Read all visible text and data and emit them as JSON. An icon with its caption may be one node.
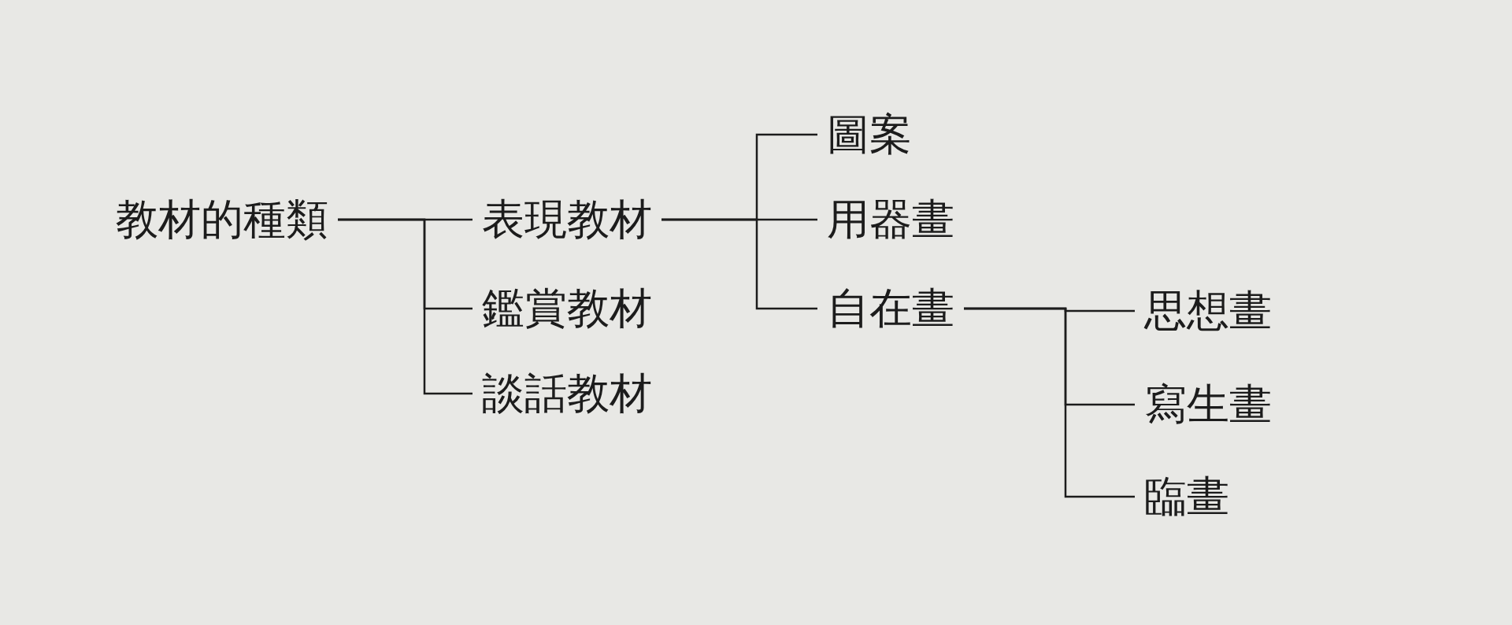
{
  "diagram": {
    "nodes": [
      {
        "text": [
          "教材的種類"
        ]
      },
      {
        "text": [
          "表現教材"
        ]
      },
      {
        "text": [
          "鑑賞教材"
        ]
      },
      {
        "text": [
          "談話教材"
        ]
      },
      {
        "text": [
          "圖案"
        ]
      },
      {
        "text": [
          "用器畫"
        ]
      },
      {
        "text": [
          "自在畫"
        ]
      },
      {
        "text": [
          "思想畫"
        ]
      },
      {
        "text": [
          "寫生畫"
        ]
      },
      {
        "text": [
          "臨畫"
        ]
      }
    ],
    "edges": [
      {
        "from": 0,
        "to": 1,
        "arrow": "none"
      },
      {
        "from": 0,
        "to": 2,
        "arrow": "none"
      },
      {
        "from": 0,
        "to": 3,
        "arrow": "none"
      },
      {
        "from": 1,
        "to": 4,
        "arrow": "none"
      },
      {
        "from": 1,
        "to": 5,
        "arrow": "none"
      },
      {
        "from": 1,
        "to": 6,
        "arrow": "none"
      },
      {
        "from": 6,
        "to": 7,
        "arrow": "none"
      },
      {
        "from": 6,
        "to": 8,
        "arrow": "none"
      },
      {
        "from": 6,
        "to": 9,
        "arrow": "none"
      }
    ]
  }
}
